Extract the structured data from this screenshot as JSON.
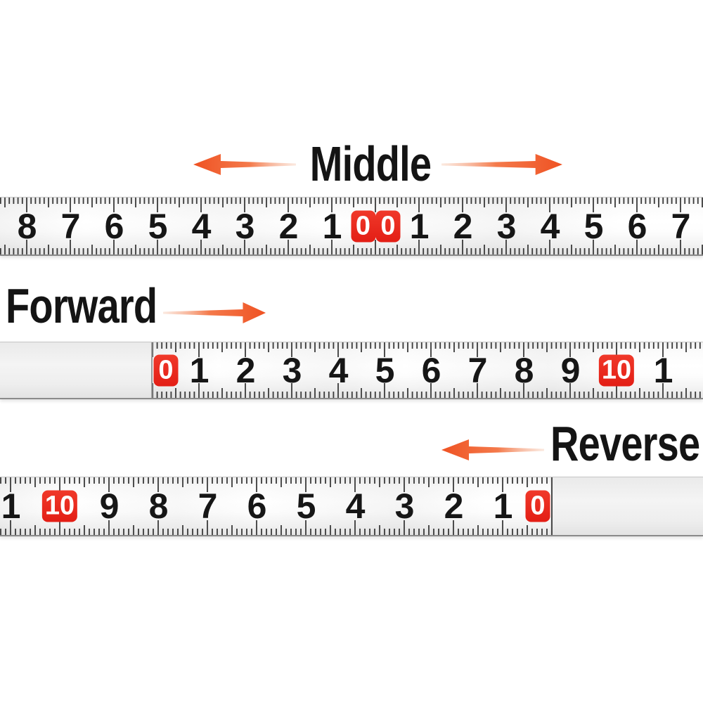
{
  "sections": [
    {
      "id": "middle-ruler",
      "label": "Middle",
      "arrow_directions": [
        "left",
        "right"
      ]
    },
    {
      "id": "forward-ruler",
      "label": "Forward",
      "arrow_directions": [
        "right"
      ]
    },
    {
      "id": "reverse-ruler",
      "label": "Reverse",
      "arrow_directions": [
        "left"
      ]
    }
  ],
  "colors": {
    "highlight_red": "#e8271d",
    "arrow_orange": "#ef5223",
    "number_black": "#161616",
    "tick_gray": "#3a3a3a",
    "tape_white": "#ffffff"
  },
  "rulers": [
    {
      "id": "middle-ruler",
      "type": "center-zero",
      "marks": [
        {
          "label": "8",
          "u": 0
        },
        {
          "label": "7",
          "u": 1
        },
        {
          "label": "6",
          "u": 2
        },
        {
          "label": "5",
          "u": 3
        },
        {
          "label": "4",
          "u": 4
        },
        {
          "label": "3",
          "u": 5
        },
        {
          "label": "2",
          "u": 6
        },
        {
          "label": "1",
          "u": 7
        },
        {
          "label": "0",
          "u": 8,
          "red": true,
          "side": "left"
        },
        {
          "label": "0",
          "u": 8,
          "red": true,
          "side": "right"
        },
        {
          "label": "1",
          "u": 9
        },
        {
          "label": "2",
          "u": 10
        },
        {
          "label": "3",
          "u": 11
        },
        {
          "label": "4",
          "u": 12
        },
        {
          "label": "5",
          "u": 13
        },
        {
          "label": "6",
          "u": 14
        },
        {
          "label": "7",
          "u": 15
        }
      ]
    },
    {
      "id": "forward-ruler",
      "type": "left-to-right",
      "marks": [
        {
          "label": "0",
          "u": 0,
          "red": true,
          "edge": "start"
        },
        {
          "label": "1",
          "u": 1
        },
        {
          "label": "2",
          "u": 2
        },
        {
          "label": "3",
          "u": 3
        },
        {
          "label": "4",
          "u": 4
        },
        {
          "label": "5",
          "u": 5
        },
        {
          "label": "6",
          "u": 6
        },
        {
          "label": "7",
          "u": 7
        },
        {
          "label": "8",
          "u": 8
        },
        {
          "label": "9",
          "u": 9
        },
        {
          "label": "10",
          "u": 10,
          "red": true
        },
        {
          "label": "1",
          "u": 11
        }
      ]
    },
    {
      "id": "reverse-ruler",
      "type": "right-to-left",
      "marks": [
        {
          "label": "1",
          "u": 0
        },
        {
          "label": "10",
          "u": 1,
          "red": true
        },
        {
          "label": "9",
          "u": 2
        },
        {
          "label": "8",
          "u": 3
        },
        {
          "label": "7",
          "u": 4
        },
        {
          "label": "6",
          "u": 5
        },
        {
          "label": "5",
          "u": 6
        },
        {
          "label": "4",
          "u": 7
        },
        {
          "label": "3",
          "u": 8
        },
        {
          "label": "2",
          "u": 9
        },
        {
          "label": "1",
          "u": 10
        },
        {
          "label": "0",
          "u": 11,
          "red": true,
          "edge": "end"
        }
      ]
    }
  ]
}
